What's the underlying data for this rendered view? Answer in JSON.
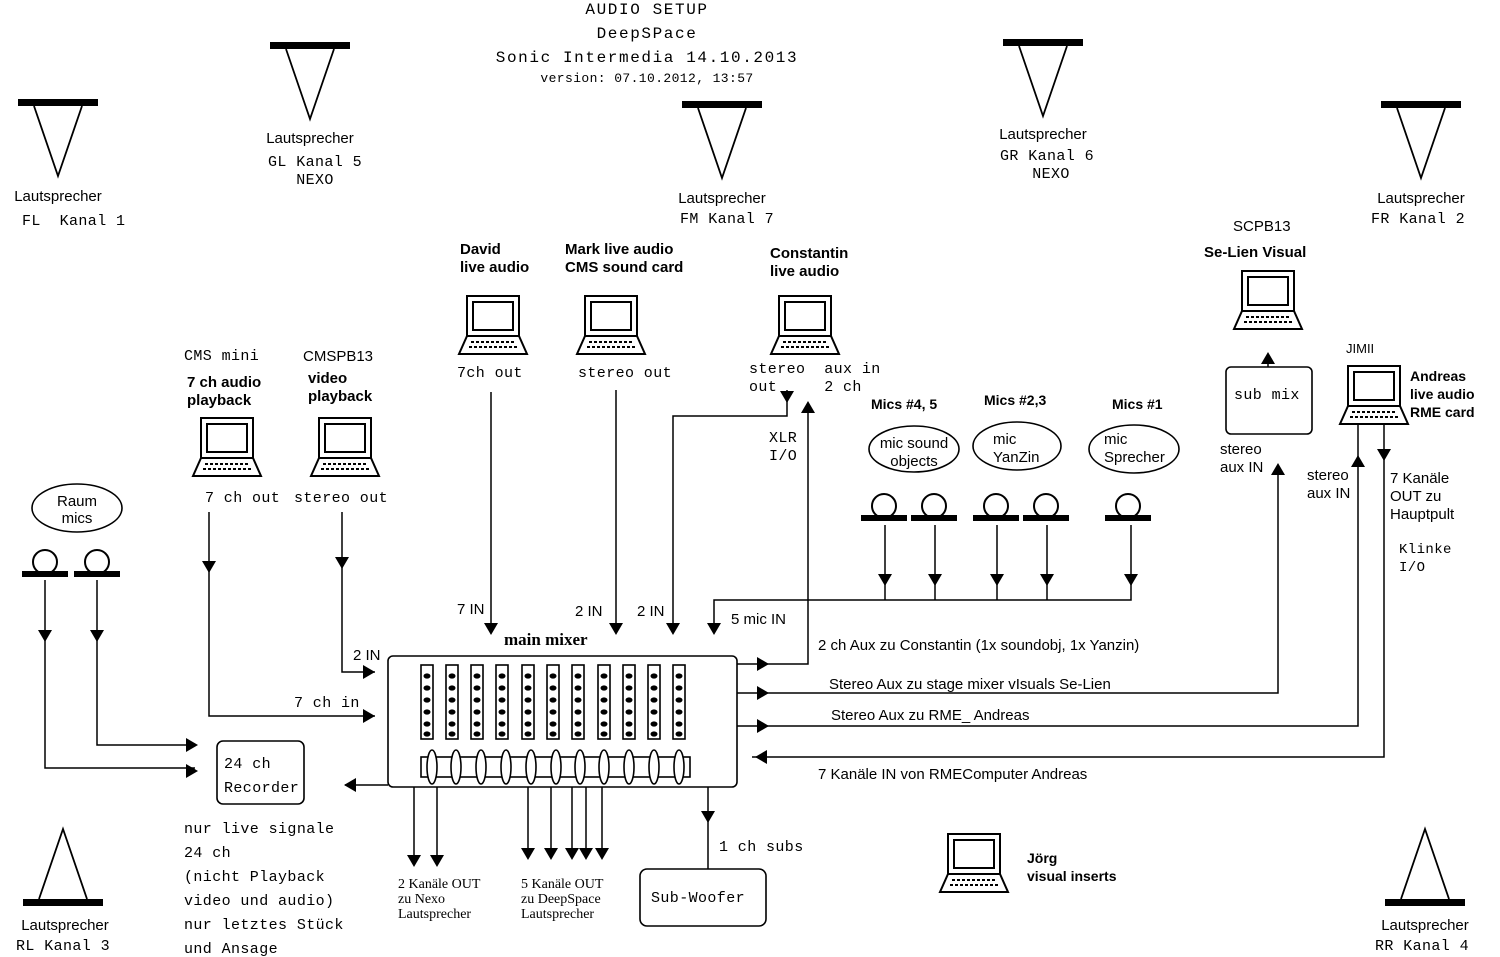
{
  "title": {
    "line1": "AUDIO SETUP",
    "line2": "DeepSPace",
    "line3": "Sonic Intermedia 14.10.2013",
    "version": "version: 07.10.2012, 13:57"
  },
  "speakers": {
    "fl": {
      "name": "Lautsprecher",
      "channel": "FL  Kanal 1"
    },
    "gl": {
      "name": "Lautsprecher",
      "channel": "GL Kanal 5",
      "brand": "NEXO"
    },
    "fm": {
      "name": "Lautsprecher",
      "channel": "FM Kanal 7"
    },
    "gr": {
      "name": "Lautsprecher",
      "channel": "GR Kanal 6",
      "brand": "NEXO"
    },
    "fr": {
      "name": "Lautsprecher",
      "channel": "FR Kanal 2"
    },
    "rl": {
      "name": "Lautsprecher",
      "channel": "RL Kanal 3"
    },
    "rr": {
      "name": "Lautsprecher",
      "channel": "RR Kanal 4"
    }
  },
  "sources": {
    "david": {
      "name": "David\nlive audio",
      "out": "7ch out"
    },
    "mark": {
      "name": "Mark live audio\nCMS sound card",
      "out": "stereo out"
    },
    "constantin": {
      "name": "Constantin\nlive audio",
      "out": "stereo  aux in\nout     2 ch",
      "xlr": "XLR\nI/O"
    },
    "cms_mini": {
      "label": "CMS mini",
      "name": "7 ch audio\nplayback",
      "out": "7 ch out"
    },
    "cmspb13": {
      "label": "CMSPB13",
      "name": "video\nplayback",
      "out": "stereo out"
    },
    "scpb13": {
      "label": "SCPB13",
      "name": "Se-Lien Visual",
      "submix": "sub mix",
      "in": "stereo\naux IN"
    },
    "jimii": {
      "label": "JIMII",
      "name": "Andreas\nlive audio\nRME card",
      "in": "stereo\naux IN",
      "out": "7 Kanäle\nOUT zu\nHauptpult",
      "klinke": "Klinke\nI/O"
    },
    "joerg": {
      "name": "Jörg\nvisual inserts"
    }
  },
  "mics": {
    "raum": "Raum\nmics",
    "group45": {
      "title": "Mics #4, 5",
      "desc": "mic sound\nobjects"
    },
    "group23": {
      "title": "Mics #2,3",
      "desc": "mic\nYanZin"
    },
    "group1": {
      "title": "Mics #1",
      "desc": "mic\nSprecher"
    }
  },
  "mixer": {
    "title": "main mixer",
    "inputs": {
      "in7": "7 IN",
      "in2_mark": "2 IN",
      "in2_const": "2 IN",
      "in5mic": "5 mic IN",
      "in2_video": "2 IN",
      "in7ch": "7 ch in"
    },
    "outputs": {
      "aux_constantin": "2 ch Aux zu Constantin (1x soundobj, 1x Yanzin)",
      "aux_selien": "Stereo Aux zu stage mixer  vIsuals Se-Lien",
      "aux_andreas": "Stereo Aux zu RME_ Andreas",
      "in_rme": "7 Kanäle IN von RMEComputer Andreas",
      "subs": "1 ch subs",
      "nexo": "2 Kanäle OUT\nzu Nexo\nLautsprecher",
      "deepspace": "5 Kanäle OUT\nzu DeepSpace\nLautsprecher"
    }
  },
  "recorder": {
    "label": "24 ch\nRecorder",
    "note": "nur live signale\n24 ch\n(nicht Playback\nvideo und audio)\nnur letztes Stück\nund Ansage"
  },
  "subwoofer": {
    "label": "Sub-Woofer"
  }
}
